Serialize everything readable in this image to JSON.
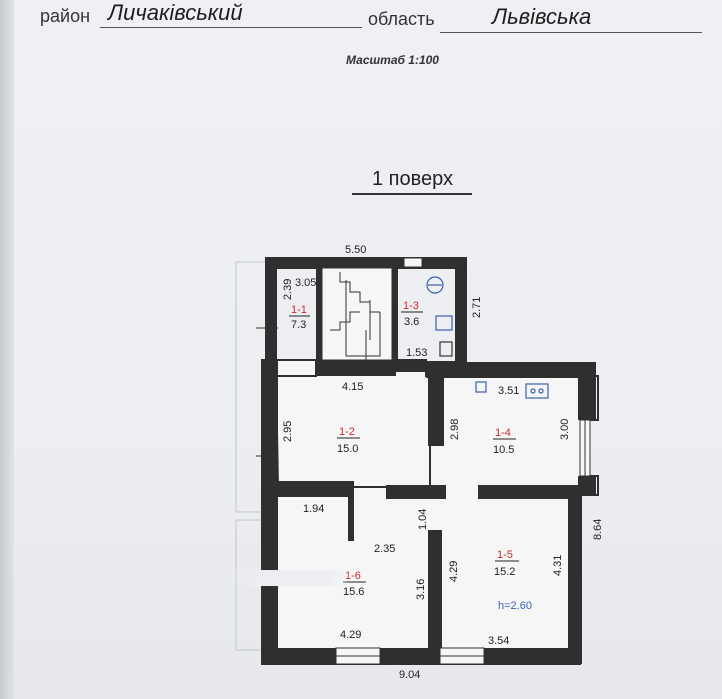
{
  "header": {
    "district_label": "район",
    "district_value": "Личаківський",
    "region_label": "область",
    "region_value": "Львівська",
    "scale": "Масштаб 1:100"
  },
  "floor_title": "1 поверх",
  "rooms": [
    {
      "id": "1-1",
      "area": "7.3"
    },
    {
      "id": "1-2",
      "area": "15.0"
    },
    {
      "id": "1-3",
      "area": "3.6"
    },
    {
      "id": "1-4",
      "area": "10.5"
    },
    {
      "id": "1-5",
      "area": "15.2"
    },
    {
      "id": "1-6",
      "area": "15.6"
    }
  ],
  "dimensions": {
    "top_overall": "5.50",
    "left_11": "2.39",
    "top_11": "3.05",
    "right_13": "2.71",
    "bottom_13": "1.53",
    "bottom_11": "4.15",
    "left_12": "2.95",
    "left_14": "2.98",
    "top_14": "3.51",
    "right_14": "3.00",
    "top_16": "1.94",
    "hall_104": "1.04",
    "hall_235": "2.35",
    "right_16": "3.16",
    "left_15": "4.29",
    "right_15": "4.31",
    "bottom_16": "4.29",
    "bottom_15": "3.54",
    "bottom_overall": "9.04",
    "right_overall": "8.64"
  },
  "ceiling_height": "h=2.60",
  "colors": {
    "paper": "#eceef2",
    "wall": "#333333",
    "room_number": "#cc2a2a",
    "fixture": "#3a5fb0"
  }
}
